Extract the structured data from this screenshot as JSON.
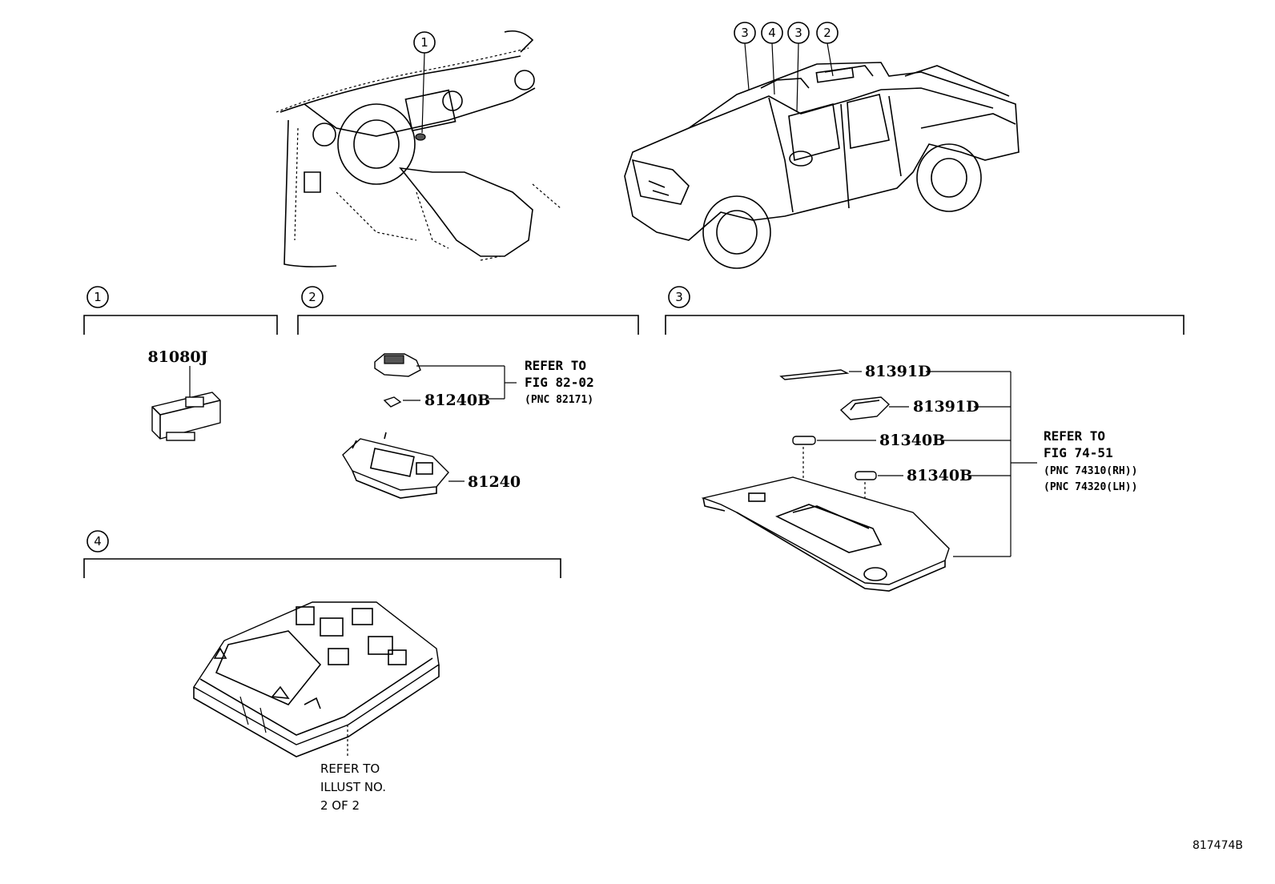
{
  "callouts": {
    "c1": "1",
    "c2": "2",
    "c3": "3",
    "c4": "4"
  },
  "top_callouts": {
    "truck": [
      "3",
      "4",
      "3",
      "2"
    ],
    "dash": "1"
  },
  "section1": {
    "part": "81080J"
  },
  "section2": {
    "part_a": "81240B",
    "part_b": "81240",
    "refer_line1": "REFER TO",
    "refer_line2": "FIG 82-02",
    "refer_line3": "(PNC 82171)"
  },
  "section3": {
    "part_a": "81391D",
    "part_b": "81391D",
    "part_c": "81340B",
    "part_d": "81340B",
    "refer_line1": "REFER TO",
    "refer_line2": "FIG 74-51",
    "refer_line3": "(PNC 74310(RH))",
    "refer_line4": "(PNC 74320(LH))"
  },
  "section4": {
    "refer_line1": "REFER TO",
    "refer_line2": "ILLUST NO.",
    "refer_line3": "2 OF 2"
  },
  "figure_id": "817474B"
}
